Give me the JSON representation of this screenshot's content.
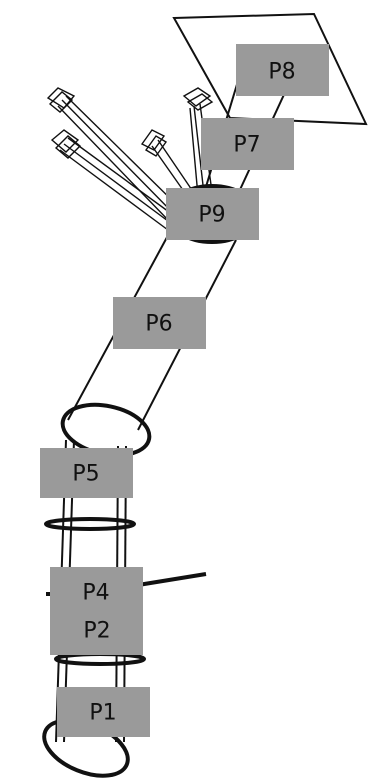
{
  "diagram": {
    "labels": {
      "p8": "P8",
      "p7": "P7",
      "p9": "P9",
      "p6": "P6",
      "p5": "P5",
      "p4": "P4",
      "p2": "P2",
      "p1": "P1"
    },
    "colors": {
      "label_fill": "#9a9a9a",
      "line": "#111111",
      "background": "#ffffff"
    }
  }
}
